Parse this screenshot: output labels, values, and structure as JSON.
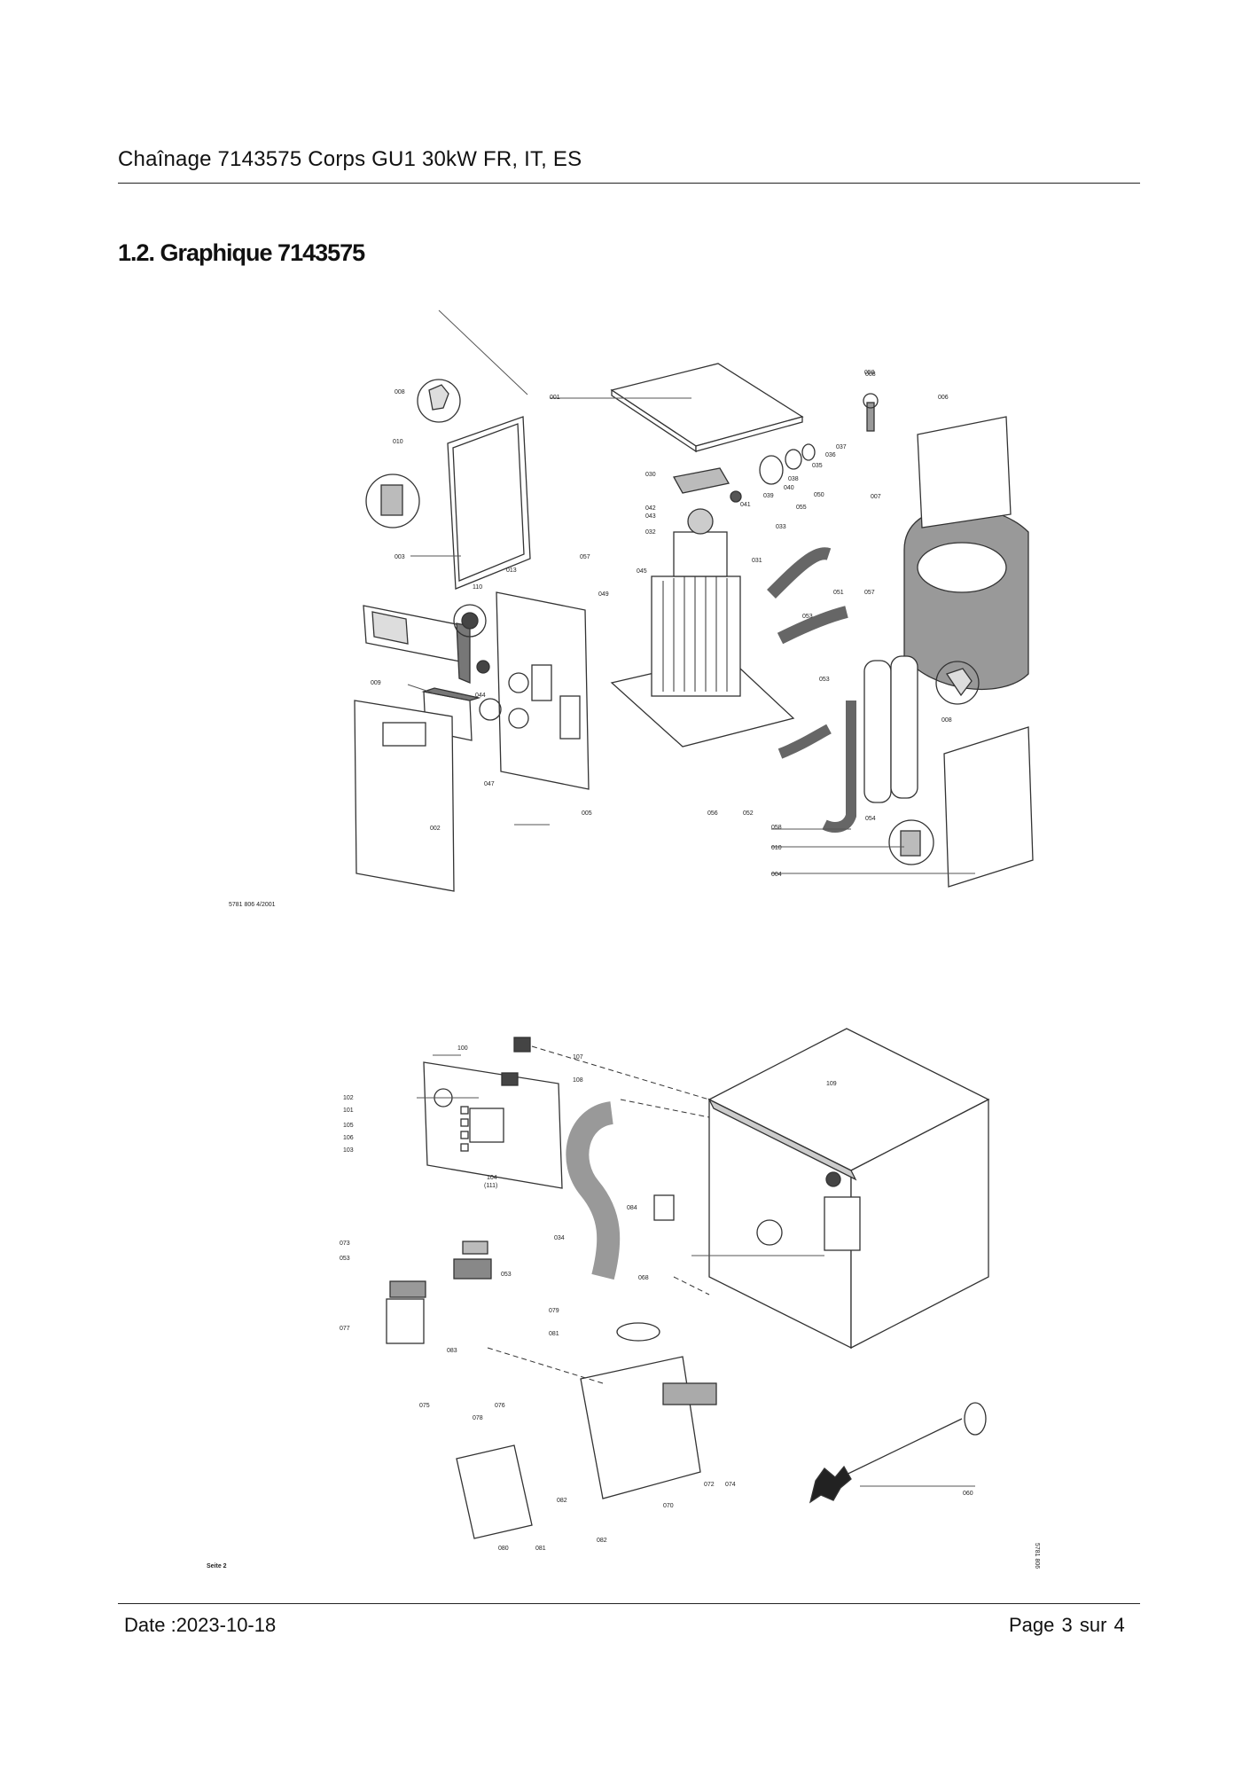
{
  "header": {
    "title": "Chaînage 7143575 Corps GU1 30kW FR, IT, ES"
  },
  "section": {
    "heading": "1.2. Graphique 7143575"
  },
  "diagram1": {
    "ref": "5781 806   4/2001",
    "labels": {
      "l001": "001",
      "l002": "002",
      "l003": "003",
      "l004": "004",
      "l006": "006",
      "l007": "007",
      "l008a": "008",
      "l008b": "008",
      "l008c": "008",
      "l009": "009",
      "l010a": "010",
      "l010b": "010",
      "l013": "013",
      "l030": "030",
      "l031": "031",
      "l032": "032",
      "l033": "033",
      "l035": "035",
      "l036": "036",
      "l037": "037",
      "l038": "038",
      "l039": "039",
      "l040": "040",
      "l041": "041",
      "l042": "042",
      "l043": "043",
      "l044": "044",
      "l045": "045",
      "l047": "047",
      "l049": "049",
      "l050": "050",
      "l051": "051",
      "l052": "052",
      "l053a": "053",
      "l053b": "053",
      "l054": "054",
      "l055": "055",
      "l056": "056",
      "l057a": "057",
      "l057b": "057",
      "l058": "058",
      "l059": "059",
      "l110": "110",
      "l005": "005"
    }
  },
  "diagram2": {
    "side_ref": "5781 806",
    "labels": {
      "l100": "100",
      "l101": "101",
      "l102": "102",
      "l103": "103",
      "l104": "104",
      "l104b": "(111)",
      "l105": "105",
      "l106": "106",
      "l107": "107",
      "l108": "108",
      "l109": "109",
      "l073": "073",
      "l053": "053",
      "l053b": "053",
      "l077": "077",
      "l084": "084",
      "l034": "034",
      "l068": "068",
      "l079": "079",
      "l081": "081",
      "l083": "083",
      "l075": "075",
      "l076": "076",
      "l078": "078",
      "l080": "080",
      "l081b": "081",
      "l082a": "082",
      "l082b": "082",
      "l070": "070",
      "l072": "072",
      "l074": "074",
      "l060": "060"
    }
  },
  "seite": "Seite 2",
  "footer": {
    "date": "Date :2023-10-18",
    "page": "Page 3 sur   4"
  }
}
